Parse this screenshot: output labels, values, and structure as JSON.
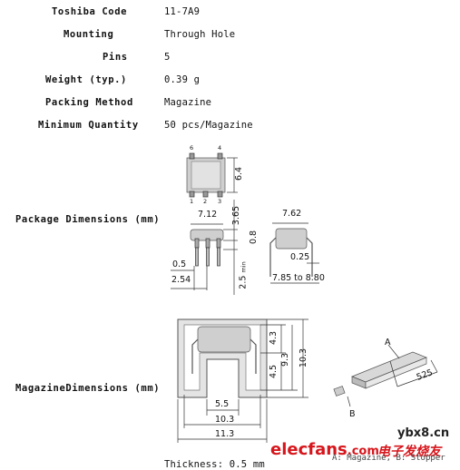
{
  "specs": [
    {
      "label": "Toshiba Code",
      "value": "11-7A9"
    },
    {
      "label": "Mounting",
      "value": "Through Hole"
    },
    {
      "label": "Pins",
      "value": "5"
    },
    {
      "label": "Weight (typ.)",
      "value": "0.39 g"
    },
    {
      "label": "Packing Method",
      "value": "Magazine"
    },
    {
      "label": "Minimum Quantity",
      "value": "50 pcs/Magazine"
    }
  ],
  "package": {
    "label": "Package Dimensions (mm)",
    "pin_labels_top": [
      "6",
      "4"
    ],
    "pin_labels_bottom": [
      "1",
      "2",
      "3"
    ],
    "dims": {
      "body_height": "6.4",
      "body_width": "7.12",
      "seated_height": "3.65",
      "lead_standoff": "0.8",
      "lead_width": "0.5",
      "pitch": "2.54",
      "lead_length": "2.5",
      "lead_length_unit": "min",
      "row_spacing": "7.62",
      "lead_thickness": "0.25",
      "lead_spread": "7.85 to 8.80"
    }
  },
  "magazine": {
    "label": "MagazineDimensions (mm)",
    "dims": {
      "inner_top": "4.3",
      "inner_mid": "9.3",
      "outer_height": "10.3",
      "lower": "4.5",
      "opening": "5.5",
      "inner_width": "10.3",
      "outer_width": "11.3",
      "length": "525"
    },
    "callout_a": "A",
    "callout_b": "B",
    "legend": "A: Magazine, B: Stopper",
    "thickness": "Thickness: 0.5 mm"
  },
  "watermark": {
    "site": "ybx8.cn",
    "brand": "elecfans",
    "brand_suffix": ".com",
    "chinese": "电子发烧友"
  },
  "colors": {
    "chip_body": "#d2d2d2",
    "magazine_fill": "#e4e4e4",
    "watermark_red": "#d6161c"
  }
}
